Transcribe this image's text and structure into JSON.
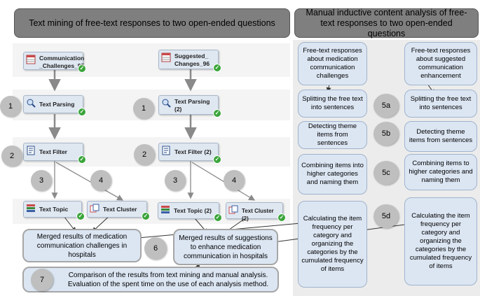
{
  "headers": {
    "left": "Text mining of free-text responses to two open-ended questions",
    "right": "Manual inductive content analysis of free-text responses to two open-ended questions"
  },
  "nodes": {
    "comm_challenges": "Communication\n_Challenges_95",
    "suggested_changes": "Suggested_\nChanges_96",
    "text_parsing": "Text Parsing",
    "text_parsing_2": "Text Parsing\n(2)",
    "text_filter": "Text Filter",
    "text_filter_2": "Text Filter (2)",
    "text_topic": "Text Topic",
    "text_cluster": "Text Cluster",
    "text_topic_2": "Text Topic (2)",
    "text_cluster_2": "Text Cluster (2)"
  },
  "steps": {
    "s1": "1",
    "s1b": "1",
    "s2": "2",
    "s2b": "2",
    "s3": "3",
    "s3b": "3",
    "s4": "4",
    "s4b": "4",
    "s5a": "5a",
    "s5b": "5b",
    "s5c": "5c",
    "s5d": "5d",
    "s6": "6",
    "s7": "7"
  },
  "manual": {
    "left": [
      "Free-text responses about medication communication challenges",
      "Splitting the free text into sentences",
      "Detecting theme items from sentences",
      "Combining items into higher categories and naming them",
      "Calculating the item frequency per category and organizing the categories by the cumulated frequency of items"
    ],
    "right": [
      "Free-text responses about suggested communication enhancement",
      "Splitting the free text into sentences",
      "Detecting theme items from sentences",
      "Combining items to higher categories and naming them",
      "Calculating the item frequency per category and organizing the categories by the cumulated frequency of items"
    ]
  },
  "merged": {
    "left": "Merged results of medication communication challenges in hospitals",
    "right": "Merged results of suggestions to enhance medication communication in hospitals"
  },
  "comparison": "Comparison of the results from text mining and manual analysis.\nEvaluation of the spent time on the use of each analysis method.",
  "colors": {
    "header_bg": "#7f7f7f",
    "box_fill": "#dce6f3",
    "step_circle": "#bfbfbf",
    "check_green": "#3aa53a"
  }
}
